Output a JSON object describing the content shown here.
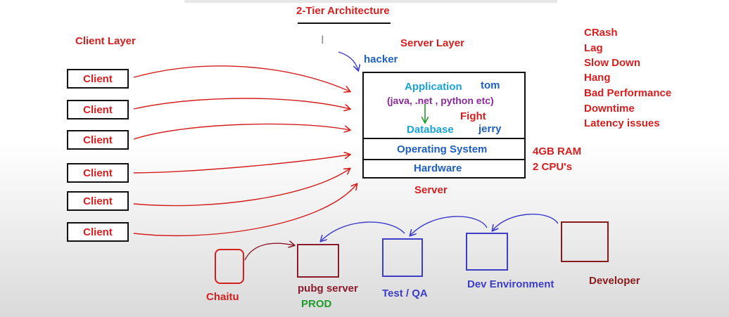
{
  "title": "2-Tier Architecture",
  "client_layer_label": "Client Layer",
  "server_layer_label": "Server Layer",
  "clients": [
    "Client",
    "Client",
    "Client",
    "Client",
    "Client",
    "Client"
  ],
  "hacker_label": "hacker",
  "app_box": {
    "application": "Application",
    "tom": "tom",
    "languages": "(java, .net , python etc)",
    "fight": "Fight",
    "database": "Database",
    "jerry": "jerry"
  },
  "os_label": "Operating System",
  "hardware_label": "Hardware",
  "server_label": "Server",
  "specs": [
    "4GB RAM",
    "2 CPU's"
  ],
  "issues": [
    "CRash",
    "Lag",
    "Slow Down",
    "Hang",
    "Bad Performance",
    "Downtime",
    "Latency issues"
  ],
  "pipeline": {
    "chaitu": "Chaitu",
    "prod_server": "pubg server",
    "prod_tag": "PROD",
    "test": "Test / QA",
    "dev": "Dev Environment",
    "developer": "Developer"
  },
  "colors": {
    "red": "#d41f1f",
    "blue": "#1f5fbf",
    "cyan": "#1aa3d6",
    "purple": "#8a2a9a",
    "green": "#1e9a2a",
    "maroon": "#8b1a2b",
    "darkred": "#8b1a1a"
  }
}
